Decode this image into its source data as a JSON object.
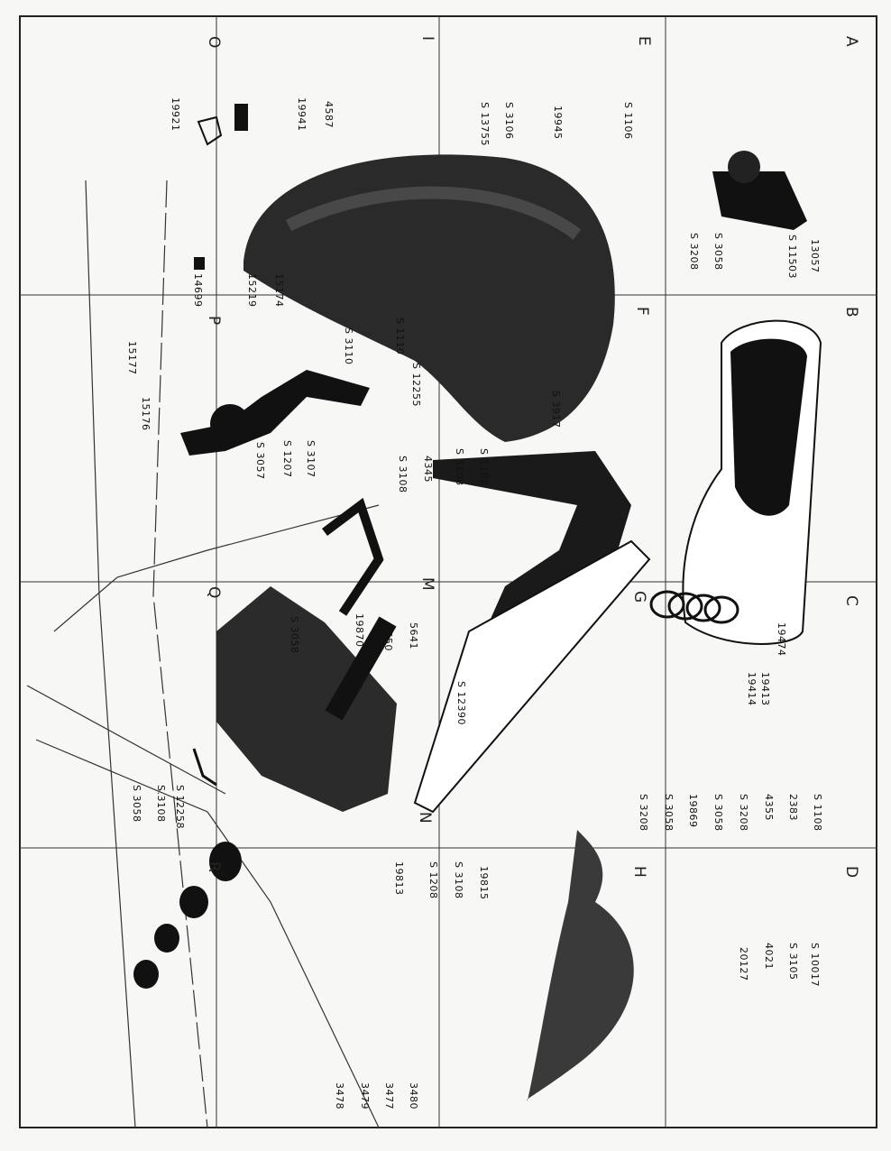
{
  "grid_letters": {
    "outer": [
      "A",
      "B",
      "C",
      "D",
      "E",
      "I",
      "O"
    ],
    "inner": [
      "F",
      "G",
      "H",
      "P",
      "Q",
      "M",
      "N",
      "R"
    ]
  },
  "parts": [
    "13057",
    "S 11503",
    "S 3058",
    "S 3208",
    "S 1106",
    "19945",
    "S 3106",
    "S 13755",
    "S 3917",
    "S 1110",
    "S 3110",
    "S 12255",
    "S 1108",
    "S 3108",
    "4345",
    "S 3108",
    "S 3057",
    "S 1207",
    "S 3107",
    "15174",
    "15219",
    "14699",
    "15177",
    "15176",
    "4587",
    "19941",
    "19921",
    "19474",
    "19413",
    "19414",
    "S 1108",
    "2383",
    "4355",
    "S 3208",
    "S 3058",
    "19869",
    "S 3058",
    "S 3208",
    "5641",
    "5650",
    "19870",
    "S 3058",
    "S 12390",
    "19815",
    "S 3108",
    "S 1208",
    "19813",
    "S 12258",
    "S.3108",
    "S 3058",
    "3480",
    "3477",
    "3479",
    "3478",
    "S 10017",
    "S 3105",
    "4021",
    "20127"
  ],
  "colors": {
    "ink": "#111111",
    "paper": "#f7f7f5"
  }
}
